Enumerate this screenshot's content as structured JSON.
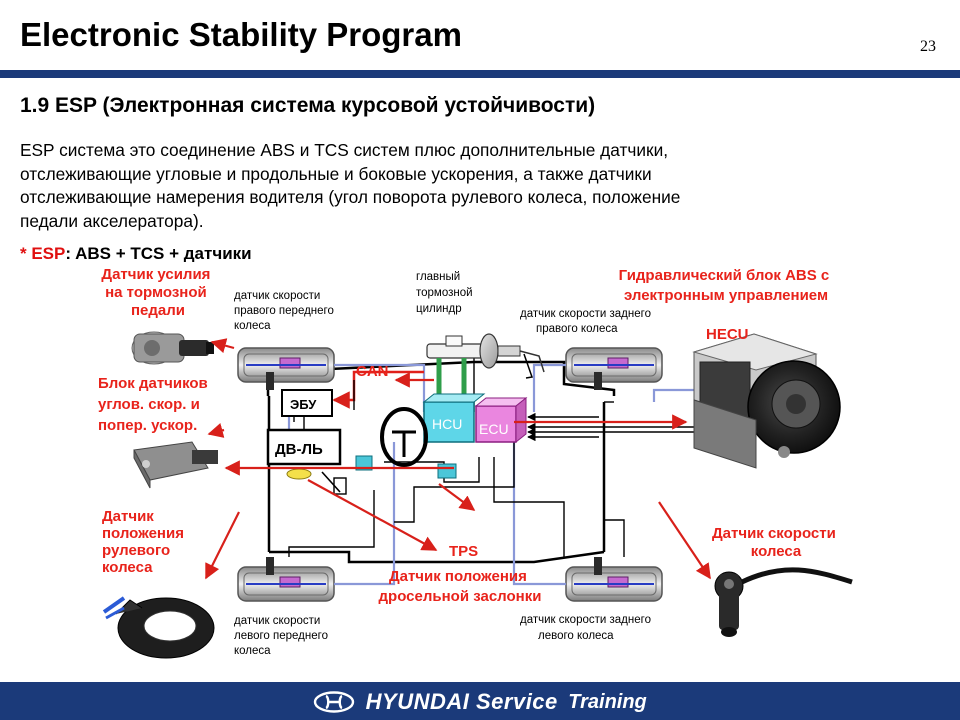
{
  "slide": {
    "title": "Electronic Stability Program",
    "page_number": "23"
  },
  "section": {
    "heading": "1.9 ESP (Электронная система курсовой устойчивости)",
    "intro_lines": [
      "ESP система это соединение ABS и TCS систем плюс дополнительные датчики,",
      "отслеживающие угловые и продольные и боковые ускорения, а также датчики",
      "отслеживающие намерения водителя (угол поворота рулевого колеса, положение",
      "педали акселератора)."
    ],
    "formula_prefix": "* ESP",
    "formula_rest": ": ABS + TCS + датчики"
  },
  "diagram": {
    "red_labels": {
      "brake_force_sensor": [
        "Датчик усилия",
        "на тормозной",
        "педали"
      ],
      "sensor_block": [
        "Блок датчиков",
        "углов. скор. и",
        "попер. ускор."
      ],
      "steering_sensor": [
        "Датчик",
        "положения",
        "рулевого",
        "колеса"
      ],
      "hydraulic_unit": [
        "Гидравлический блок ABS с",
        "электронным управлением"
      ],
      "hecu": "HECU",
      "wheel_speed_sensor": [
        "Датчик скорости",
        "колеса"
      ],
      "tps": "TPS",
      "throttle_sensor": [
        "Датчик положения",
        "дросельной заслонки"
      ],
      "can": "CAN"
    },
    "black_labels": {
      "front_right_speed": [
        "датчик скорости",
        "правого переднего",
        "колеса"
      ],
      "master_cylinder": [
        "главный",
        "тормозной",
        "цилиндр"
      ],
      "rear_right_speed": [
        "датчик скорости заднего",
        "правого колеса"
      ],
      "front_left_speed": [
        "датчик скорости",
        "левого переднего",
        "колеса"
      ],
      "rear_left_speed": [
        "датчик скорости заднего",
        "левого колеса"
      ],
      "ebu": "ЭБУ",
      "engine": "ДВ-ЛЬ",
      "hcu": "HCU",
      "ecu": "ECU"
    }
  },
  "footer": {
    "brand_name": "HYUNDAI Service",
    "brand_suffix": "Training"
  }
}
